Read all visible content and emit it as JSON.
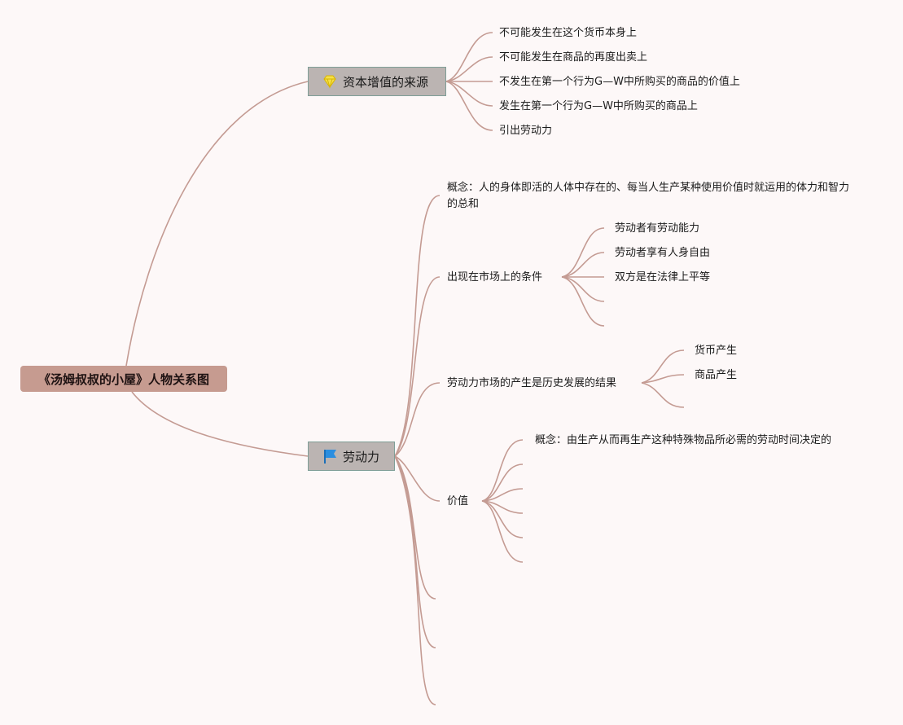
{
  "root": {
    "label": "《汤姆叔叔的小屋》人物关系图"
  },
  "topic1": {
    "label": "资本增值的来源",
    "icon": "diamond-icon",
    "children": [
      "不可能发生在这个货币本身上",
      "不可能发生在商品的再度出卖上",
      "不发生在第一个行为G—W中所购买的商品的价值上",
      "发生在第一个行为G—W中所购买的商品上",
      "引出劳动力"
    ]
  },
  "topic2": {
    "label": "劳动力",
    "icon": "flag-icon",
    "concept": "概念：人的身体即活的人体中存在的、每当人生产某种使用价值时就运用的体力和智力的总和",
    "conditions": {
      "label": "出现在市场上的条件",
      "children": [
        "劳动者有劳动能力",
        "劳动者享有人身自由",
        "双方是在法律上平等"
      ]
    },
    "history": {
      "label": "劳动力市场的产生是历史发展的结果",
      "children": [
        "货币产生",
        "商品产生"
      ]
    },
    "value": {
      "label": "价值",
      "children": [
        "概念：由生产从而再生产这种特殊物品所必需的劳动时间决定的"
      ]
    }
  },
  "colors": {
    "root_fill": "#c69b90",
    "topic_fill": "#bbb4b2",
    "link": "#c49b93",
    "background": "#fdf8f8"
  }
}
